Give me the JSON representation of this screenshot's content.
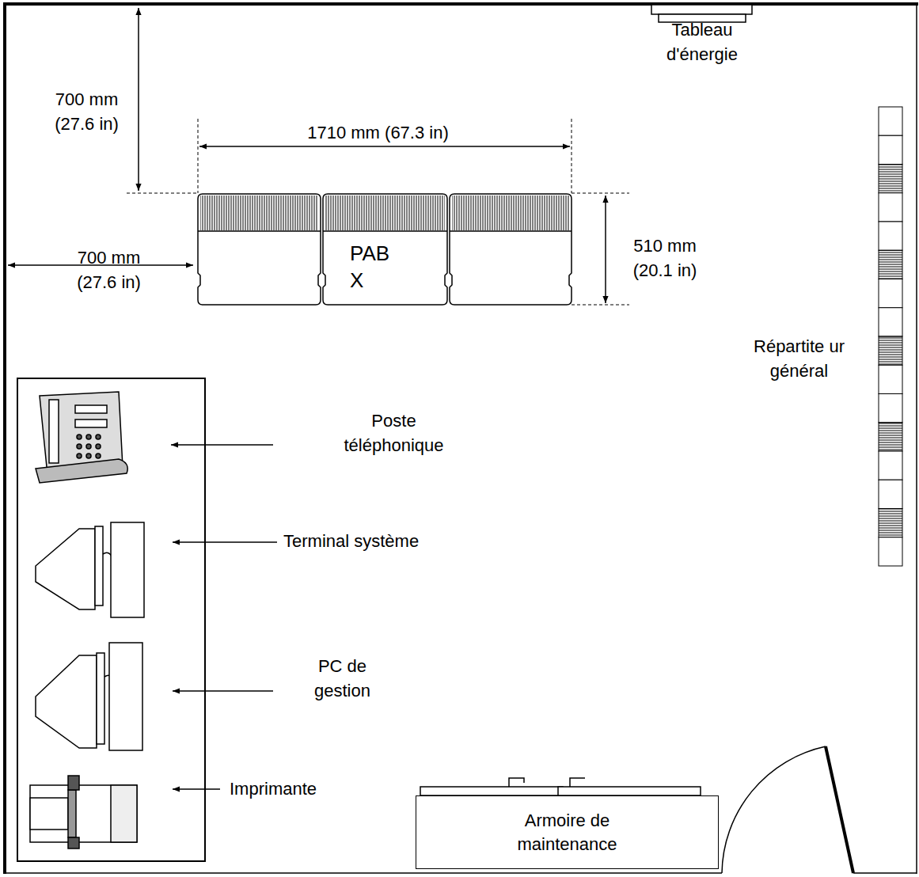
{
  "diagram": {
    "nodes": [
      {
        "text": [
          "PAB X"
        ]
      },
      {
        "text": [
          "Armoire de maintenance"
        ]
      }
    ],
    "labels": [
      "Tableau d'énergie",
      "700 mm (27.6 in)",
      "1710 mm (67.3 in)",
      "700 mm (27.6 in)",
      "510 mm (20.1 in)",
      "Répartite ur général",
      "Poste téléphonique",
      "Terminal système",
      "PC de gestion",
      "Imprimante"
    ]
  }
}
